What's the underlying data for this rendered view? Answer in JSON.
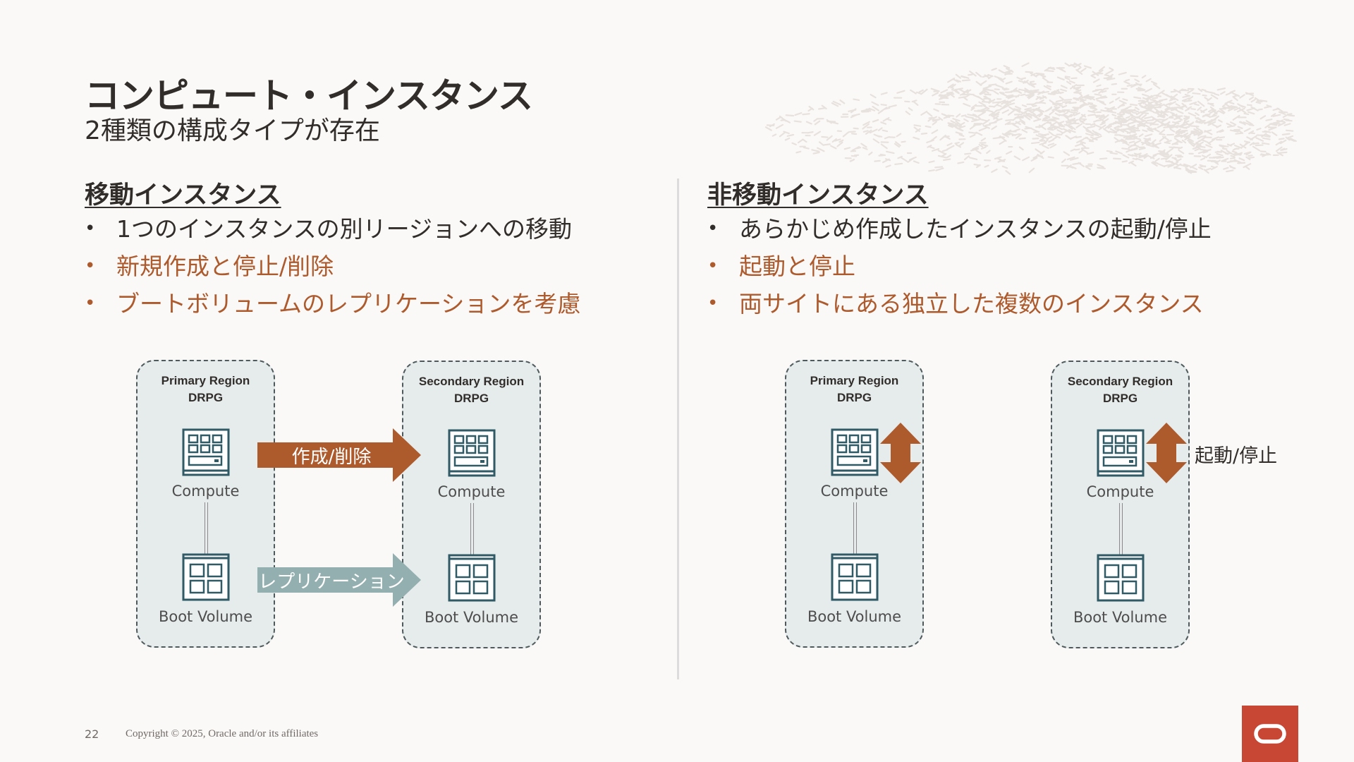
{
  "slide": {
    "title": "コンピュート・インスタンス",
    "subtitle": "2種類の構成タイプが存在"
  },
  "left": {
    "heading": "移動インスタンス",
    "bullets": [
      {
        "text": "1つのインスタンスの別リージョンへの移動",
        "accent": false
      },
      {
        "text": "新規作成と停止/削除",
        "accent": true
      },
      {
        "text": "ブートボリュームのレプリケーションを考慮",
        "accent": true
      }
    ],
    "diagram": {
      "primary": {
        "title_line1": "Primary Region",
        "title_line2": "DRPG",
        "compute": "Compute",
        "volume": "Boot Volume"
      },
      "secondary": {
        "title_line1": "Secondary Region",
        "title_line2": "DRPG",
        "compute": "Compute",
        "volume": "Boot Volume"
      },
      "arrow_create": "作成/削除",
      "arrow_replication": "レプリケーション"
    }
  },
  "right": {
    "heading": "非移動インスタンス",
    "bullets": [
      {
        "text": "あらかじめ作成したインスタンスの起動/停止",
        "accent": false
      },
      {
        "text": "起動と停止",
        "accent": true
      },
      {
        "text": "両サイトにある独立した複数のインスタンス",
        "accent": true
      }
    ],
    "diagram": {
      "primary": {
        "title_line1": "Primary Region",
        "title_line2": "DRPG",
        "compute": "Compute",
        "volume": "Boot Volume"
      },
      "secondary": {
        "title_line1": "Secondary Region",
        "title_line2": "DRPG",
        "compute": "Compute",
        "volume": "Boot Volume"
      },
      "start_stop_label": "起動/停止"
    }
  },
  "footer": {
    "page_number": "22",
    "copyright": "Copyright © 2025, Oracle and/or its affiliates"
  },
  "colors": {
    "accent": "#ad5a2d",
    "arrow_orange": "#ad5a2d",
    "arrow_teal": "#94afaf",
    "icon": "#2f5a66",
    "oracle_red": "#c74634"
  },
  "icons": {
    "compute": "compute-server-icon",
    "volume": "boot-volume-icon",
    "updown": "updown-arrow-icon",
    "logo": "oracle-logo"
  }
}
